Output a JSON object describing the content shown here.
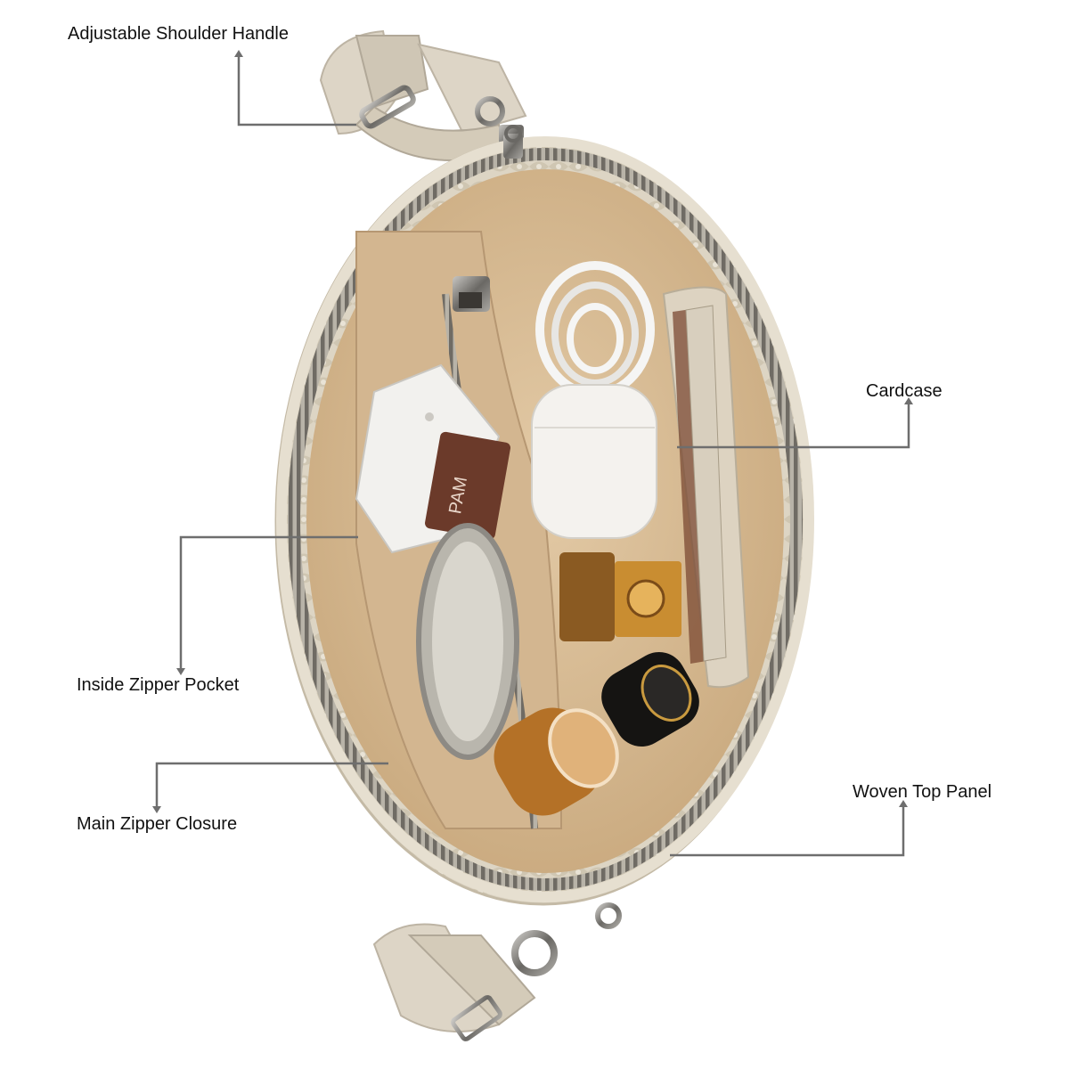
{
  "callouts": {
    "shoulder_handle": "Adjustable Shoulder Handle",
    "cardcase": "Cardcase",
    "inside_zipper_pocket": "Inside Zipper Pocket",
    "main_zipper_closure": "Main Zipper Closure",
    "woven_top_panel": "Woven Top Panel"
  },
  "photo": {
    "brand_text": "PAM"
  },
  "colors": {
    "leader_line": "#6e6e6e",
    "leather": "#ddd4c3",
    "lining": "#d9bd97",
    "zipper": "#8d8a84"
  }
}
